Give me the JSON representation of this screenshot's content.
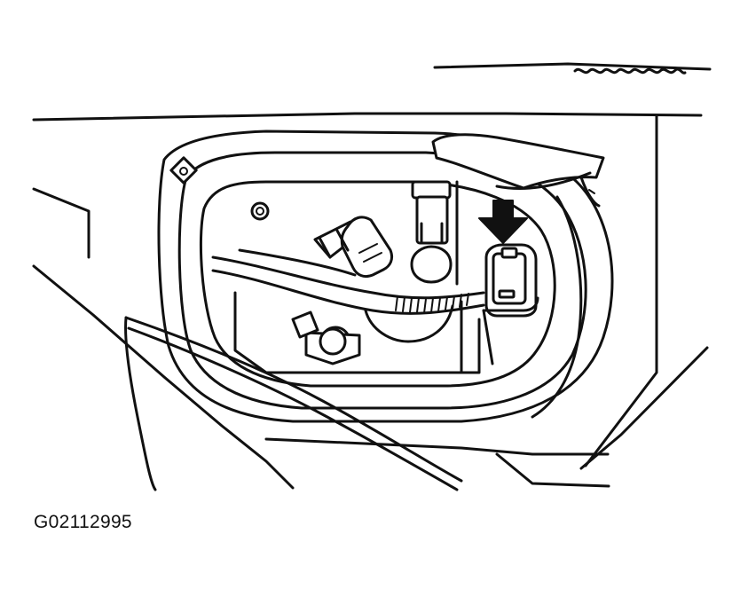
{
  "figure": {
    "id_label": "G02112995",
    "illustration": "line-drawing",
    "callout": "arrow-pointing-down-at-connector"
  },
  "colors": {
    "ink": "#111111",
    "paper": "#ffffff"
  }
}
